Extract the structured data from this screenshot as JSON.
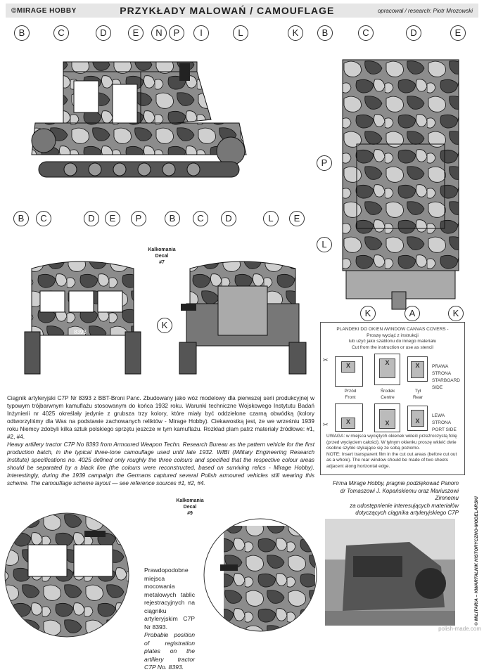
{
  "header": {
    "publisher": "©MIRAGE HOBBY",
    "title": "PRZYKŁADY MALOWAŃ / CAMOUFLAGE",
    "research": "opracowal / research: Piotr Mrozowski"
  },
  "callouts": {
    "side_view": [
      "B",
      "C",
      "D",
      "E",
      "N",
      "P",
      "I",
      "L",
      "K"
    ],
    "top_view": [
      "B",
      "C",
      "D",
      "E",
      "P",
      "L",
      "K",
      "A",
      "K"
    ],
    "front_view": [
      "B",
      "C",
      "D",
      "E",
      "P"
    ],
    "rear_view": [
      "B",
      "C",
      "D",
      "L",
      "E",
      "K"
    ]
  },
  "decal7": {
    "line1": "Kalkomania",
    "line2": "Decal",
    "line3": "#7"
  },
  "decal9": {
    "line1": "Kalkomania",
    "line2": "Decal",
    "line3": "#9"
  },
  "registration": "8393",
  "description": {
    "pl": "Ciągnik artyleryjski C7P Nr 8393 z BBT-Broni Panc. Zbudowany jako wóz modelowy dla pierwszej serii produkcyjnej w typowym trójbarwnym kamuflażu stosowanym do końca 1932 roku. Warunki techniczne Wojskowego Instytutu Badań Inżynierii nr 4025 określały jedynie z grubsza trzy kolory, które miały być oddzielone czarną obwódką (kolory odtworzyliśmy dla Was na podstawie zachowanych reliktów - Mirage Hobby). Ciekawostką jest, że we wrześniu 1939 roku Niemcy zdobyli kilka sztuk polskiego sprzętu jeszcze w tym kamuflażu. Rozkład plam patrz materiały źródłowe: #1, #2, #4.",
    "en": "Heavy artillery tractor C7P No 8393 from Armoured Weapon Techn. Research Bureau as the pattern vehicle for the first production batch, in the typical three-tone camouflage used until late 1932. WIBI (Military Engineering Research Institute) specifications no. 4025 defined only roughly the three colours and specified that the respective colour areas should be separated by a black line (the colours were reconstructed, based on surviving relics - Mirage Hobby). Interestingly, during the 1939 campaign the Germans captured several Polish armoured vehicles still wearing this scheme. The camouflage scheme layout — see reference sources #1, #2, #4."
  },
  "panel": {
    "title": "PLANDEKI DO OKIEN /WINDOW CANVAS COVERS -",
    "line2": "Proszę wyciąć z instrukcji",
    "line3": "lub użyć jako szablonu do innego materiału",
    "line4": "Cut from the instruction or use as stencil",
    "labels": [
      {
        "pl": "Przód",
        "en": "Front"
      },
      {
        "pl": "Środek",
        "en": "Centre"
      },
      {
        "pl": "Tył",
        "en": "Rear"
      }
    ],
    "starboard": {
      "pl": "PRAWA STRONA",
      "en": "STARBOARD SIDE"
    },
    "port": {
      "pl": "LEWA STRONA",
      "en": "PORT SIDE"
    },
    "mark": "X",
    "note_pl": "UWAGA: w miejsca wyciętych okienek wkleić przeźroczystą folię (przed wycięciem całości). W tylnym okienku proszę wkleić dwie osobne szybki stykające się ze sobą poziomo.",
    "note_en": "NOTE: Insert transparent film in the cut out areas (before cut out as a whole). The rear window should be made of two sheets adjacent along horizontal edge."
  },
  "thanks": [
    "Firma Mirage Hobby, pragnie podziękować Panom",
    "dr Tomaszowi J. Kopańskiemu oraz Mariuszowi Zimnemu",
    "za udostępnienie interesujących materiałów",
    "dotyczących ciągnika artyleryjskiego  C7P"
  ],
  "plates_note": {
    "pl": "Prawdopodobne miejsca mocowania metalowych tablic rejestracyjnych na ciągniku artyleryjskim C7P Nr 8393.",
    "en": "Probable position of registration plates on the artillery tractor C7P No. 8393."
  },
  "photo_credit": "© MILITARIA – KWARTALNIK HISTORYCZNO-MODELARSKI",
  "watermark": "polish-made.com",
  "colors": {
    "camo_light": "#c9c9c9",
    "camo_mid": "#8c8c8c",
    "camo_dark": "#4a4a4a",
    "header_bg": "#e6e6e6"
  }
}
